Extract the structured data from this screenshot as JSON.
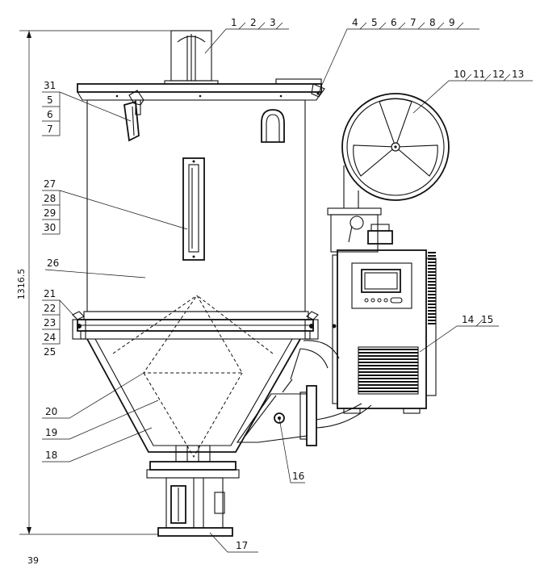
{
  "drawing": {
    "dimension_height": "1316.5",
    "dimension_width": "39",
    "labels": {
      "l1": "1",
      "l2": "2",
      "l3": "3",
      "l4": "4",
      "l5": "5",
      "l6": "6",
      "l7": "7",
      "l8": "8",
      "l9": "9",
      "l10": "10",
      "l11": "11",
      "l12": "12",
      "l13": "13",
      "l14": "14",
      "l15": "15",
      "l16": "16",
      "l17": "17",
      "l18": "18",
      "l19": "19",
      "l20": "20",
      "l21": "21",
      "l22": "22",
      "l23": "23",
      "l24": "24",
      "l25": "25",
      "l26": "26",
      "l27": "27",
      "l28": "28",
      "l29": "29",
      "l30": "30",
      "l31": "31",
      "s5": "5",
      "s6": "6",
      "s7": "7"
    }
  }
}
